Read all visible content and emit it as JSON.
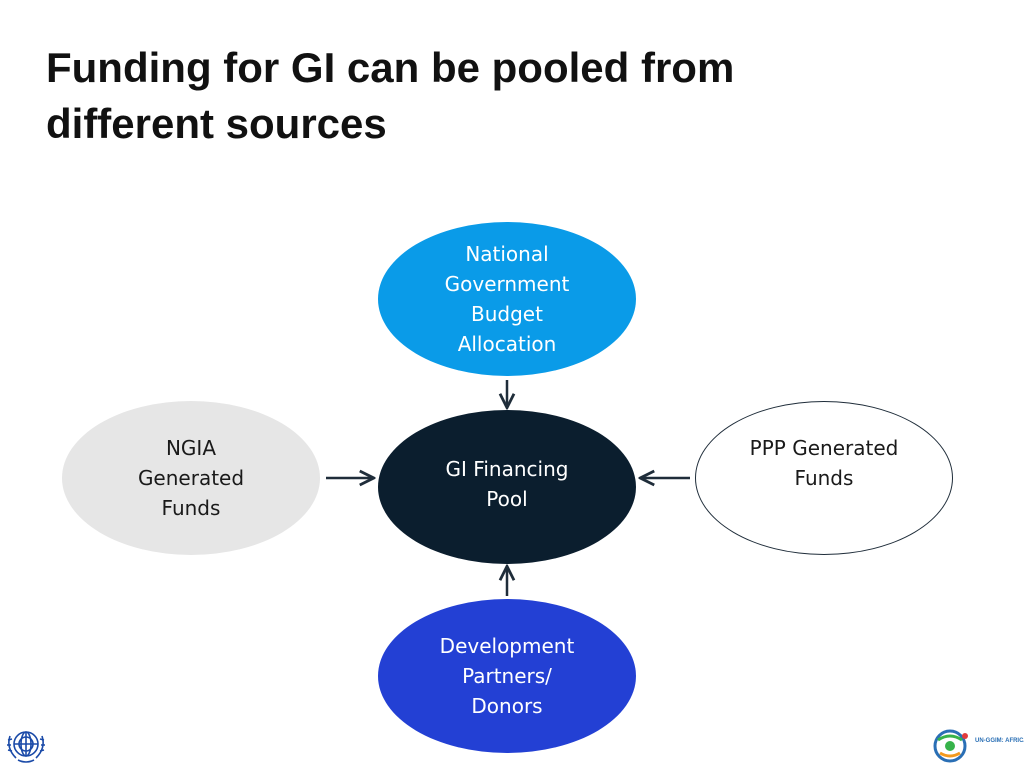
{
  "title": {
    "line1": "Funding for GI can be pooled from",
    "line2": "different sources"
  },
  "nodes": {
    "top": {
      "lines": [
        "National",
        "Government",
        "Budget",
        "Allocation"
      ],
      "fill": "#0a9be8",
      "text_color": "#ffffff"
    },
    "center": {
      "lines": [
        "GI Financing",
        "Pool"
      ],
      "fill": "#0b1e2e",
      "text_color": "#ffffff"
    },
    "left": {
      "lines": [
        "NGIA",
        "Generated",
        "Funds"
      ],
      "fill": "#e6e6e6",
      "text_color": "#1a1a1a"
    },
    "right": {
      "lines": [
        "PPP Generated",
        "Funds"
      ],
      "fill": "#ffffff",
      "text_color": "#1a1a1a"
    },
    "bottom": {
      "lines": [
        "Development",
        "Partners/",
        "Donors"
      ],
      "fill": "#2340d4",
      "text_color": "#ffffff"
    }
  },
  "edges": [
    {
      "from": "top",
      "to": "center"
    },
    {
      "from": "left",
      "to": "center"
    },
    {
      "from": "right",
      "to": "center"
    },
    {
      "from": "bottom",
      "to": "center"
    }
  ],
  "logos": {
    "left": "un-emblem-icon",
    "right": {
      "icon": "un-ggim-africa-logo-icon",
      "text": "UN-GGIM: AFRICA"
    }
  },
  "colors": {
    "arrow": "#1f2d3a",
    "title": "#111111"
  }
}
